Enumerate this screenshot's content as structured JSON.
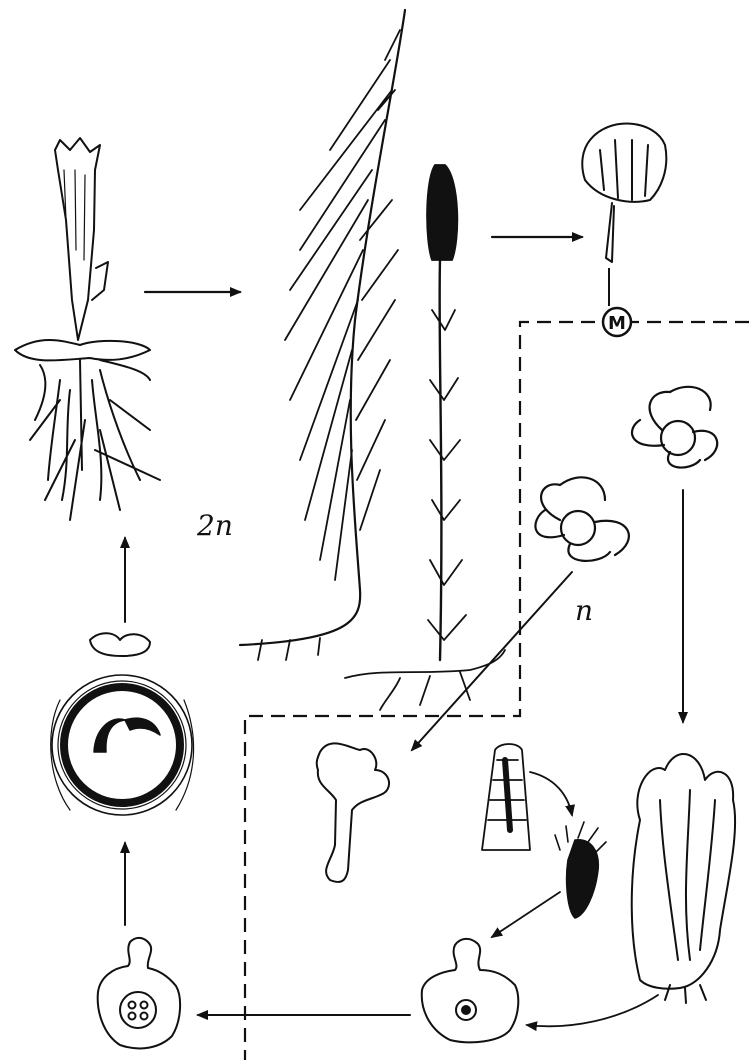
{
  "diagram": {
    "labels": {
      "diploid": "2n",
      "haploid": "n",
      "meiosis": "M"
    },
    "stages": [
      "young-sporophyte",
      "vegetative-shoot",
      "fertile-shoot-with-strobilus",
      "sporangiophore",
      "spores-with-elaters",
      "germinating-spore",
      "gametophyte",
      "antheridium",
      "sperm",
      "archegonium",
      "fertilized-archegonium",
      "embryo-in-gametophyte"
    ],
    "colors": {
      "ink": "#111111",
      "background": "#ffffff"
    }
  }
}
